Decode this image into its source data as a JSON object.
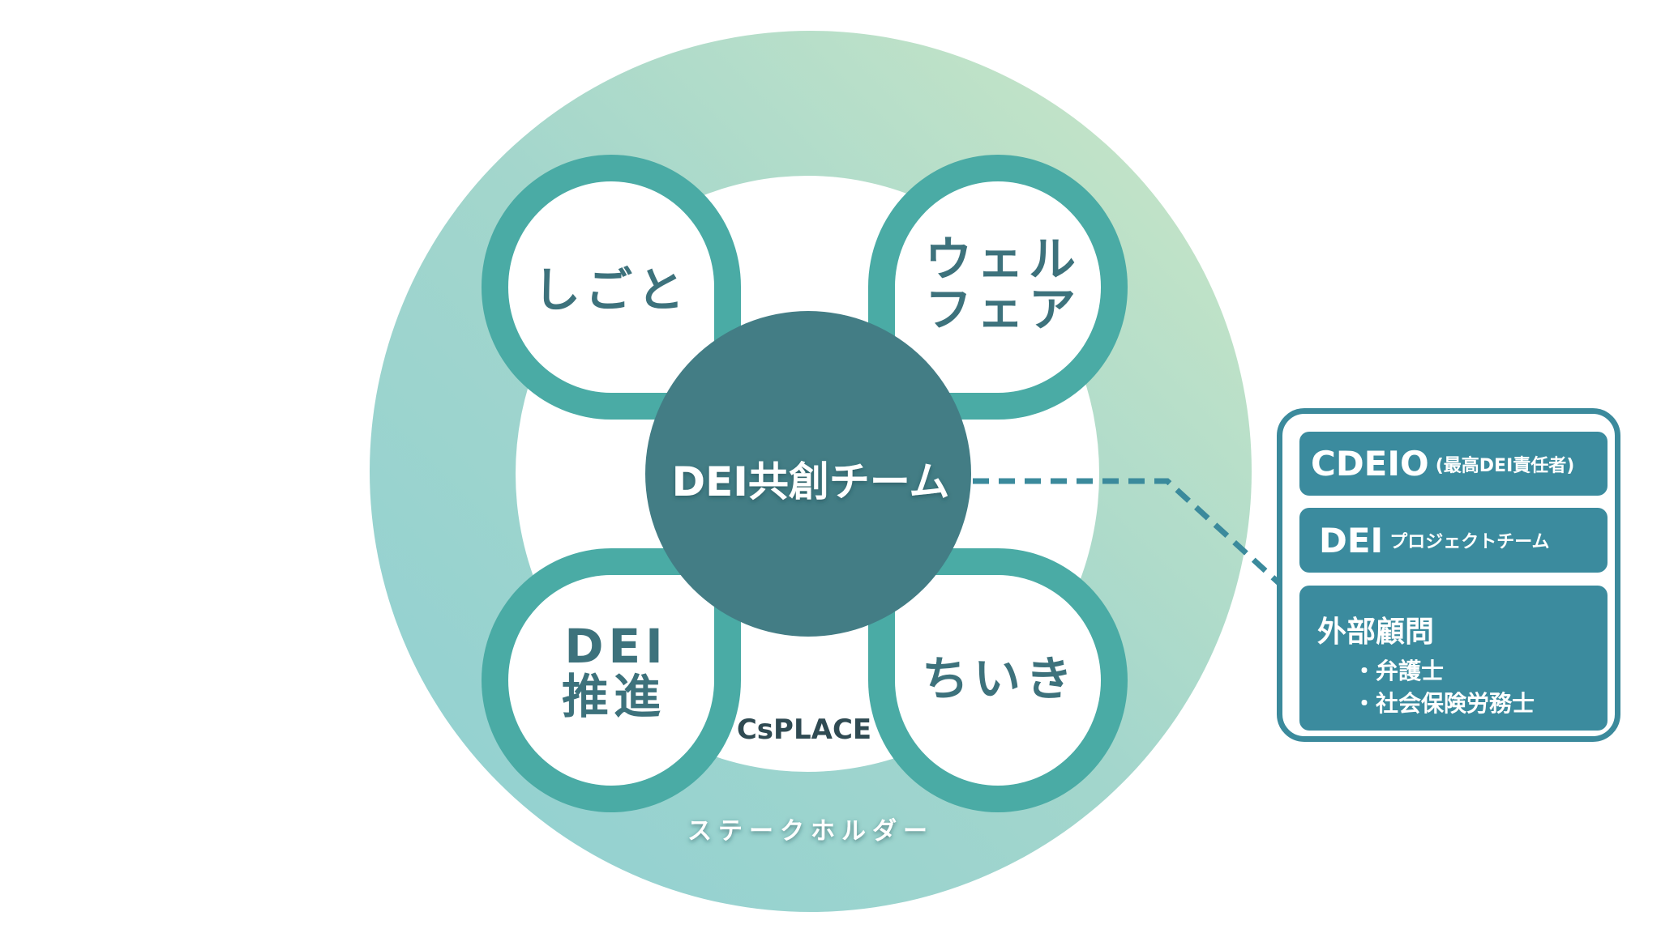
{
  "center": {
    "label": "DEI共創チーム"
  },
  "petals": [
    {
      "lines": [
        "しごと"
      ]
    },
    {
      "lines": [
        "ウェル",
        "フェア"
      ]
    },
    {
      "lines": [
        "DEI",
        "推進"
      ]
    },
    {
      "lines": [
        "ちいき"
      ]
    }
  ],
  "logo": "CsPLACE",
  "outer_label": "ステークホルダー",
  "panel": {
    "cdeio": {
      "main": "CDEIO",
      "sub": "(最高DEI責任者)"
    },
    "project": {
      "main": "DEI",
      "sub": "プロジェクトチーム"
    },
    "advisors": {
      "title": "外部顧問",
      "items": [
        "・弁護士",
        "・社会保険労務士"
      ]
    }
  },
  "colors": {
    "petal": "#4aaba5",
    "center": "#437d85",
    "panel": "#3b8b9e",
    "text": "#3d727c"
  }
}
